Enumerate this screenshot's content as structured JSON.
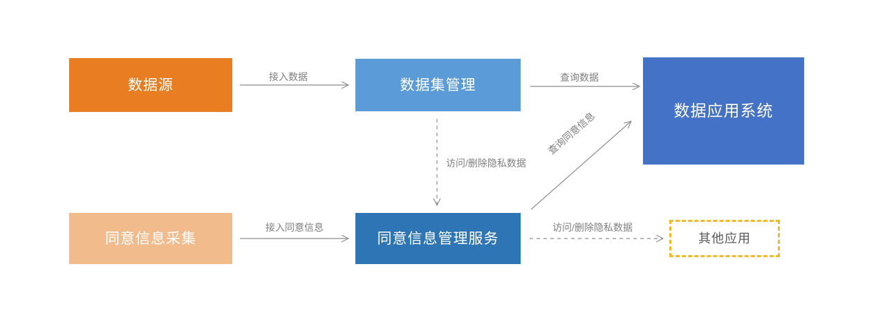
{
  "diagram": {
    "title_present": false,
    "background_color": "#ffffff",
    "nodes": [
      {
        "id": "data-source",
        "label": "数据源",
        "color": "#e87d22",
        "text_color": "#ffffff",
        "style": "solid"
      },
      {
        "id": "dataset-mgmt",
        "label": "数据集管理",
        "color": "#5b9bd8",
        "text_color": "#ffffff",
        "style": "solid"
      },
      {
        "id": "data-app-system",
        "label": "数据应用系统",
        "color": "#4472c6",
        "text_color": "#ffffff",
        "style": "solid"
      },
      {
        "id": "consent-collect",
        "label": "同意信息采集",
        "color": "#f2bb8c",
        "text_color": "#ffffff",
        "style": "solid"
      },
      {
        "id": "consent-service",
        "label": "同意信息管理服务",
        "color": "#2e75b6",
        "text_color": "#ffffff",
        "style": "solid"
      },
      {
        "id": "other-app",
        "label": "其他应用",
        "color": "#ffffff",
        "text_color": "#595959",
        "style": "dashed",
        "border_color": "#f5b722"
      }
    ],
    "edges": [
      {
        "id": "ingest-data",
        "label": "接入数据",
        "from": "data-source",
        "to": "dataset-mgmt",
        "line": "solid",
        "direction": "right"
      },
      {
        "id": "query-data",
        "label": "查询数据",
        "from": "dataset-mgmt",
        "to": "data-app-system",
        "line": "solid",
        "direction": "right"
      },
      {
        "id": "access-delete-private",
        "label": "访问/删除隐私数据",
        "from": "dataset-mgmt",
        "to": "consent-service",
        "line": "dashed",
        "direction": "down"
      },
      {
        "id": "query-consent",
        "label": "查询同意信息",
        "from": "consent-service",
        "to": "data-app-system",
        "line": "solid",
        "direction": "up-right"
      },
      {
        "id": "ingest-consent",
        "label": "接入同意信息",
        "from": "consent-collect",
        "to": "consent-service",
        "line": "solid",
        "direction": "right"
      },
      {
        "id": "access-delete-other",
        "label": "访问/删除隐私数据",
        "from": "consent-service",
        "to": "other-app",
        "line": "dashed",
        "direction": "right"
      }
    ],
    "line_color": "#8c8c8c",
    "label_color": "#808080"
  }
}
